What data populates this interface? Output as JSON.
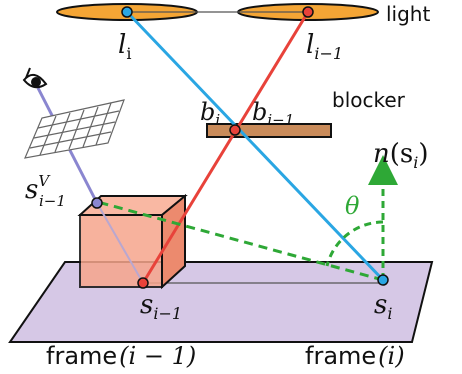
{
  "labels": {
    "light": "light",
    "blocker": "blocker",
    "frame_prev_word": "frame",
    "frame_prev_arg": "(i − 1)",
    "frame_cur_word": "frame",
    "frame_cur_arg": "(i)",
    "theta": "θ",
    "normal_n": "n",
    "normal_arg": "(s",
    "normal_arg_sub": "i",
    "normal_close": ")",
    "l_i": "l",
    "l_i_sub": "i",
    "l_prev": "l",
    "l_prev_sub": "i−1",
    "b_i": "b",
    "b_i_sub": "i",
    "b_prev": "b",
    "b_prev_sub": "i−1",
    "s_i": "s",
    "s_i_sub": "i",
    "s_prev": "s",
    "s_prev_sub": "i−1",
    "s_v": "s",
    "s_v_sup": "V",
    "s_v_sub": "i−1"
  },
  "colors": {
    "light_fill": "#f4a535",
    "blocker_fill": "#c98b5a",
    "ground_fill": "#d6c8e6",
    "cube_front": "#f6a58c",
    "cube_side": "#ec8a6e",
    "ray_blue": "#2aa6e3",
    "ray_red": "#e8423a",
    "ray_green": "#2ea836",
    "ray_violet": "#8a86d0"
  }
}
